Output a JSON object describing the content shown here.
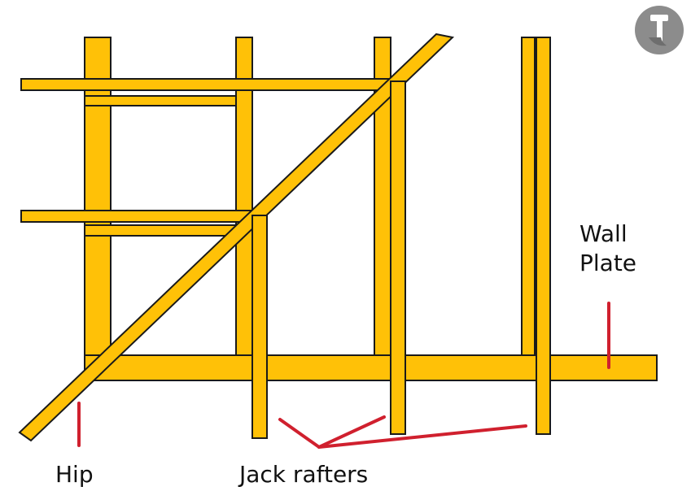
{
  "labels": {
    "wall_plate_line1": "Wall",
    "wall_plate_line2": "Plate",
    "hip": "Hip",
    "jack_rafters": "Jack rafters"
  },
  "colors": {
    "timber": "#FFC107",
    "outline": "#1a1a1a",
    "pointer": "#D0202E",
    "logo_bg": "#8c8c8c"
  },
  "icons": {
    "logo": "hammer-logo-icon"
  }
}
